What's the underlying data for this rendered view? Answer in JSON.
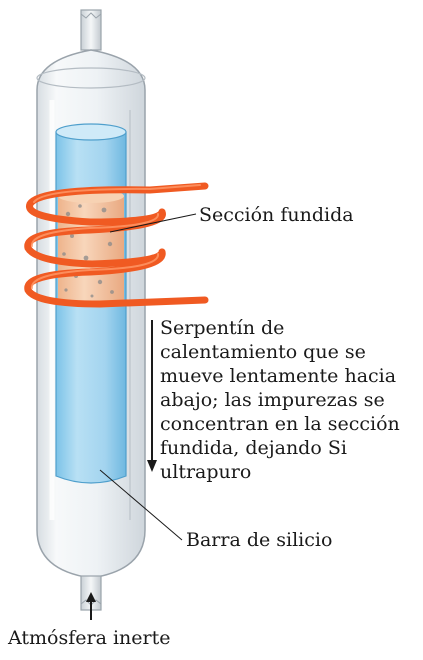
{
  "labels": {
    "seccion_fundida": "Sección fundida",
    "serpentin_lines": [
      "Serpentín de",
      "calentamiento que se",
      "mueve lentamente hacia",
      "abajo; las impurezas se",
      "concentran en la sección",
      "fundida, dejando Si",
      "ultrapuro"
    ],
    "barra_silicio": "Barra de silicio",
    "atmosfera_inerte": "Atmósfera inerte"
  },
  "icons": {
    "tube": "glass-tube-icon",
    "rod": "silicon-rod-icon",
    "molten_zone": "molten-zone-icon",
    "coil": "heating-coil-icon",
    "down_arrow": "down-arrow-icon",
    "up_arrow": "up-arrow-icon"
  },
  "colors": {
    "glass_outline": "#9aa3ab",
    "glass_fill": "#eef2f5",
    "rod_blue": "#a9d7f0",
    "rod_blue_dark": "#74bfe6",
    "molten": "#f4c9a8",
    "coil_orange": "#f05a22",
    "coil_highlight": "#ff9a6a",
    "text": "#1a1a1a"
  }
}
